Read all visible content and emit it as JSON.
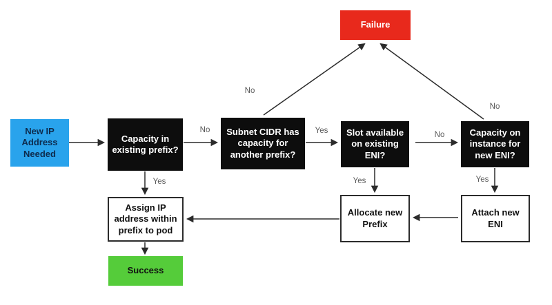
{
  "diagram": {
    "background_color": "#ffffff",
    "arrow_color": "#2b2b2b",
    "edge_label_color": "#595959",
    "nodes": {
      "new_ip": {
        "label": "New IP Address Needed",
        "fill": "#29A3EC",
        "text_color": "#0d2b4d"
      },
      "capacity_existing_prefix": {
        "label": "Capacity in existing prefix?",
        "fill": "#0d0d0d",
        "text_color": "#ffffff"
      },
      "subnet_cidr": {
        "label": "Subnet CIDR has capacity for another prefix?",
        "fill": "#0d0d0d",
        "text_color": "#ffffff"
      },
      "slot_available": {
        "label": "Slot available on existing ENI?",
        "fill": "#0d0d0d",
        "text_color": "#ffffff"
      },
      "capacity_instance": {
        "label": "Capacity on instance for new ENI?",
        "fill": "#0d0d0d",
        "text_color": "#ffffff"
      },
      "failure": {
        "label": "Failure",
        "fill": "#E8291C",
        "text_color": "#ffffff"
      },
      "assign_ip": {
        "label": "Assign IP address within prefix to pod",
        "fill": "#ffffff",
        "text_color": "#111111"
      },
      "allocate_prefix": {
        "label": "Allocate new Prefix",
        "fill": "#ffffff",
        "text_color": "#111111"
      },
      "attach_eni": {
        "label": "Attach new ENI",
        "fill": "#ffffff",
        "text_color": "#111111"
      },
      "success": {
        "label": "Success",
        "fill": "#55CC3A",
        "text_color": "#111111"
      }
    },
    "edge_labels": {
      "capacity_to_subnet": "No",
      "subnet_to_slot": "Yes",
      "slot_to_instance": "No",
      "subnet_to_failure": "No",
      "instance_to_failure": "No",
      "capacity_to_assign": "Yes",
      "slot_to_allocate": "Yes",
      "instance_to_attach": "Yes"
    }
  }
}
